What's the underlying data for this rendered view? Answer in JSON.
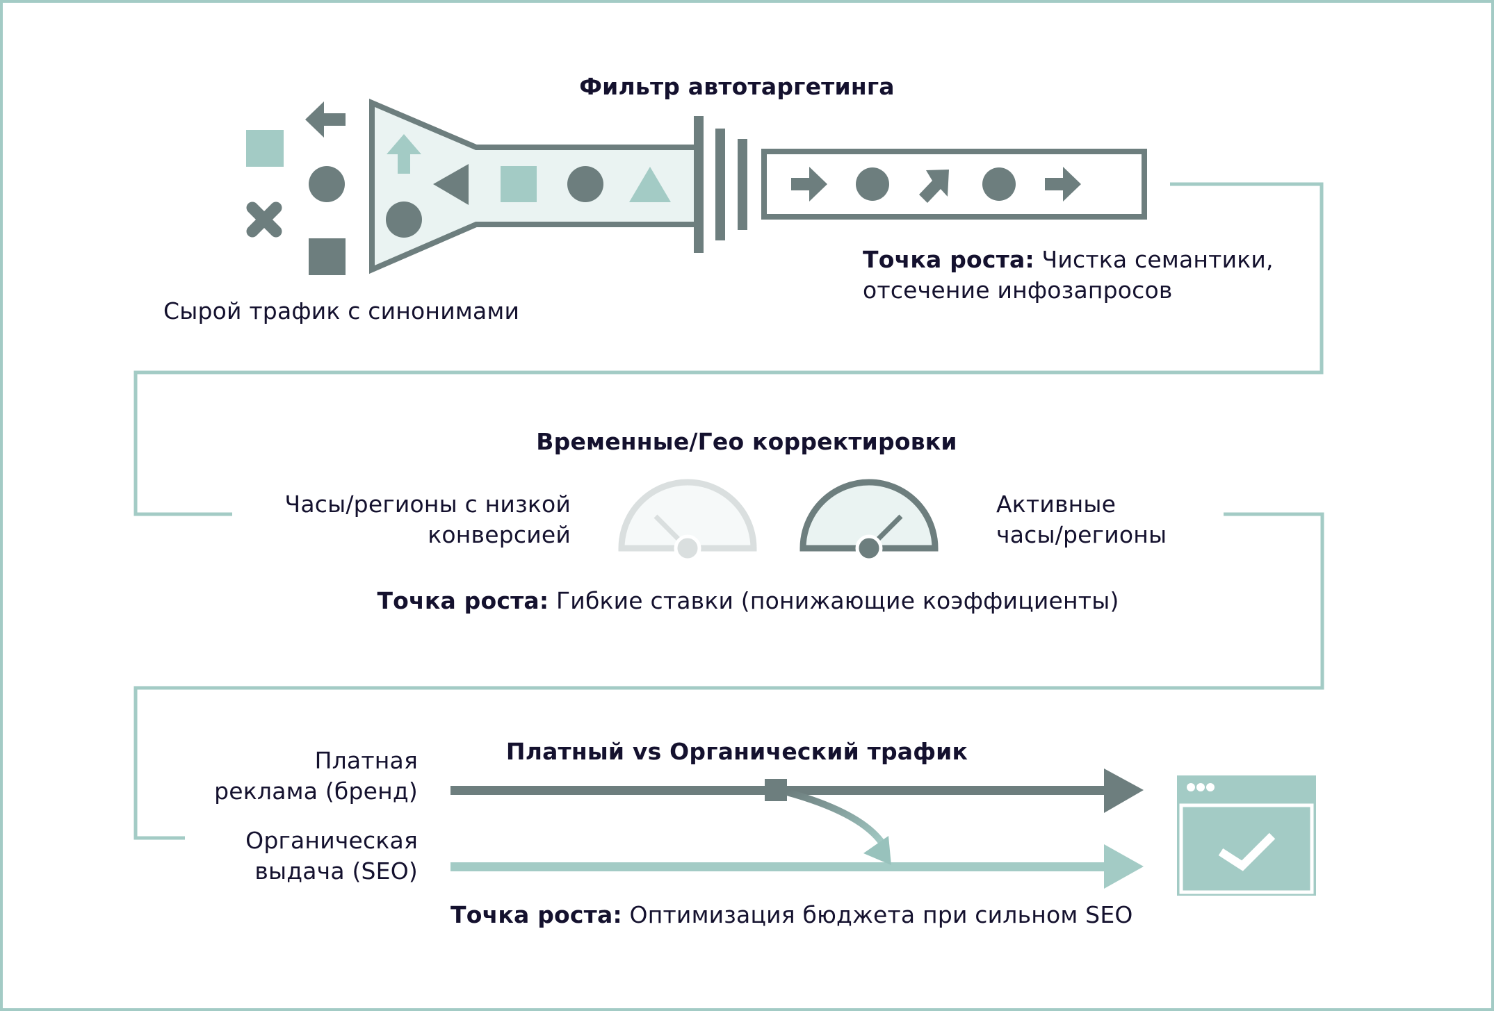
{
  "colors": {
    "dark": "#6d7e7e",
    "teal": "#a3cbc5",
    "tint": "#eaf3f2",
    "gauge_light": "#dadfdf",
    "gauge_light_fill": "#f6f9f9",
    "text": "#14112e",
    "background": "#ffffff"
  },
  "section1": {
    "title": "Фильтр автотаргетинга",
    "input_label": "Сырой трафик с синонимами",
    "growth_prefix": "Точка роста:",
    "growth_text_line1": "Чистка семантики,",
    "growth_text_line2": "отсечение инфозапросов",
    "icons": {
      "raw_traffic": [
        "square-icon",
        "arrow-left-icon",
        "circle-icon",
        "cross-icon",
        "square-icon"
      ],
      "funnel": [
        "arrow-up-icon",
        "triangle-left-icon",
        "circle-icon",
        "square-icon",
        "circle-icon",
        "triangle-icon"
      ],
      "output": [
        "arrow-right-icon",
        "circle-icon",
        "arrow-up-right-icon",
        "circle-icon",
        "arrow-right-icon"
      ]
    }
  },
  "section2": {
    "title": "Временные/Гео корректировки",
    "left_label_line1": "Часы/регионы с низкой",
    "left_label_line2": "конверсией",
    "right_label_line1": "Активные",
    "right_label_line2": "часы/регионы",
    "growth_prefix": "Точка роста:",
    "growth_text": "Гибкие ставки (понижающие коэффициенты)",
    "gauges": [
      {
        "name": "low-conversion-gauge",
        "level": "low",
        "needle_angle_deg": 135
      },
      {
        "name": "active-gauge",
        "level": "high",
        "needle_angle_deg": 45
      }
    ]
  },
  "section3": {
    "title": "Платный vs Органический трафик",
    "paid_label_line1": "Платная",
    "paid_label_line2": "реклама (бренд)",
    "organic_label_line1": "Органическая",
    "organic_label_line2": "выдача (SEO)",
    "growth_prefix": "Точка роста:",
    "growth_text": "Оптимизация бюджета при сильном SEO",
    "result_icon": "browser-check-icon"
  }
}
